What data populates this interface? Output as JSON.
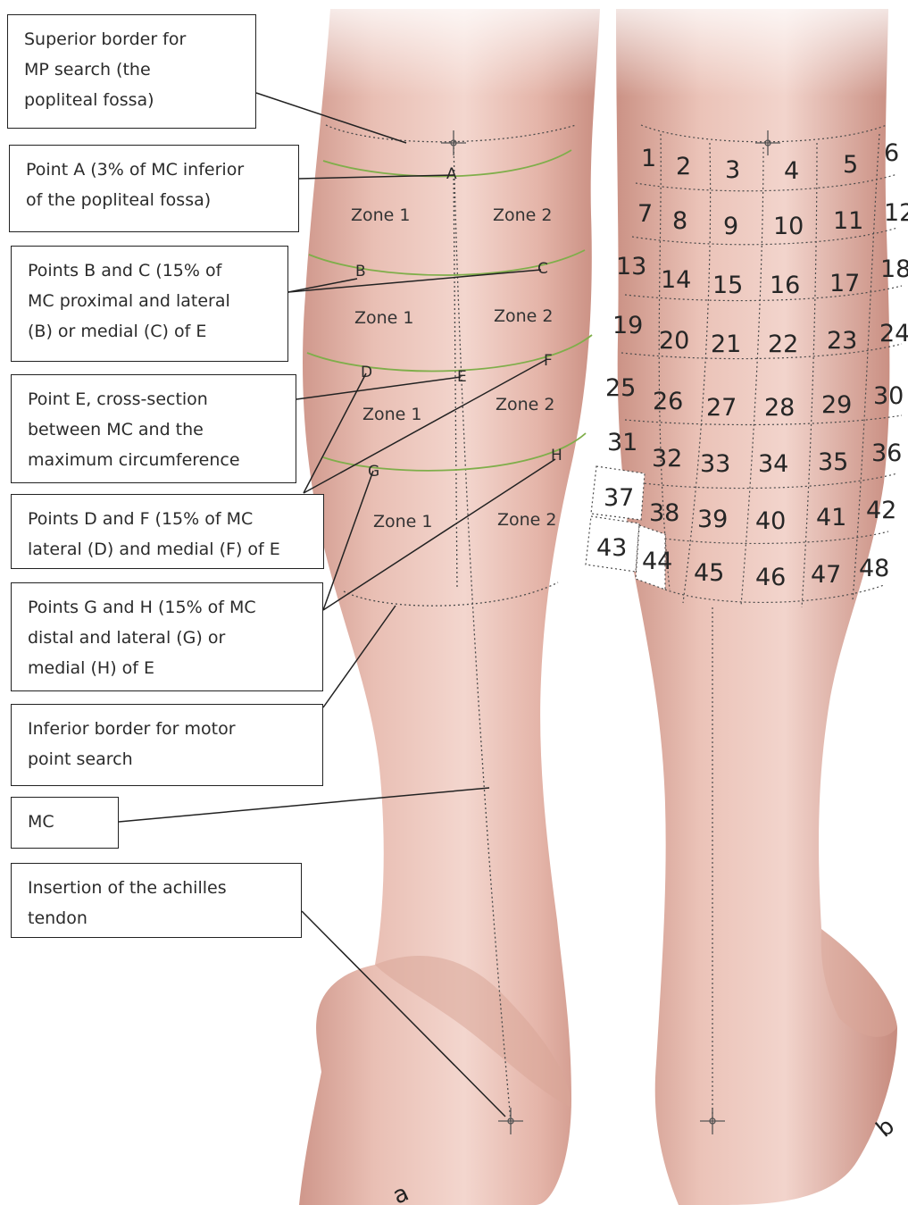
{
  "annotations": [
    {
      "key": "superior_border",
      "text": "Superior border for MP search (the popliteal fossa)"
    },
    {
      "key": "point_a",
      "text": "Point A (3% of MC inferior of the popliteal fossa)"
    },
    {
      "key": "points_bc",
      "text": "Points B and C (15% of MC proximal and lateral (B) or medial (C) of E"
    },
    {
      "key": "point_e",
      "text": "Point E, cross-section between MC and the maximum circumference"
    },
    {
      "key": "points_df",
      "text": "Points D and F (15% of MC lateral (D) and medial (F) of E"
    },
    {
      "key": "points_gh",
      "text": "Points G and H (15% of MC distal and lateral (G) or medial (H) of E"
    },
    {
      "key": "inferior_border",
      "text": "Inferior border for motor point search"
    },
    {
      "key": "mc",
      "text": "MC"
    },
    {
      "key": "achilles",
      "text": "Insertion of the achilles tendon"
    }
  ],
  "ann_lines": {
    "superior_border": [
      "Superior border for",
      "MP search (the",
      "popliteal fossa)"
    ],
    "point_a": [
      "Point A (3% of MC inferior",
      "of the popliteal fossa)"
    ],
    "points_bc": [
      "Points B and C (15% of",
      "MC proximal and lateral",
      "(B) or medial (C) of E"
    ],
    "point_e": [
      "Point E, cross-section",
      "between MC and the",
      "maximum circumference"
    ],
    "points_df": [
      "Points D and F (15% of MC",
      "lateral (D) and medial (F) of E"
    ],
    "points_gh": [
      "Points G and H (15% of MC",
      "distal and lateral (G) or",
      "medial (H) of E"
    ],
    "inferior_border": [
      "Inferior border for motor",
      "point search"
    ],
    "mc": [
      "MC"
    ],
    "achilles": [
      "Insertion of the achilles",
      "tendon"
    ]
  },
  "points": [
    "A",
    "B",
    "C",
    "D",
    "E",
    "F",
    "G",
    "H"
  ],
  "zones": {
    "left": "Zone 1",
    "right": "Zone 2"
  },
  "grid_cells": [
    "1",
    "2",
    "3",
    "4",
    "5",
    "6",
    "7",
    "8",
    "9",
    "10",
    "11",
    "12",
    "13",
    "14",
    "15",
    "16",
    "17",
    "18",
    "19",
    "20",
    "21",
    "22",
    "23",
    "24",
    "25",
    "26",
    "27",
    "28",
    "29",
    "30",
    "31",
    "32",
    "33",
    "34",
    "35",
    "36",
    "37",
    "38",
    "39",
    "40",
    "41",
    "42",
    "43",
    "44",
    "45",
    "46",
    "47",
    "48"
  ],
  "panel_labels": {
    "a": "a",
    "b": "b"
  },
  "colors": {
    "skin_light": "#f2d3cc",
    "skin_mid": "#e7b9ae",
    "skin_dark": "#c88f83",
    "zone_line": "#7fae4a",
    "dotted": "#4a4a4a",
    "box_border": "#222222"
  }
}
